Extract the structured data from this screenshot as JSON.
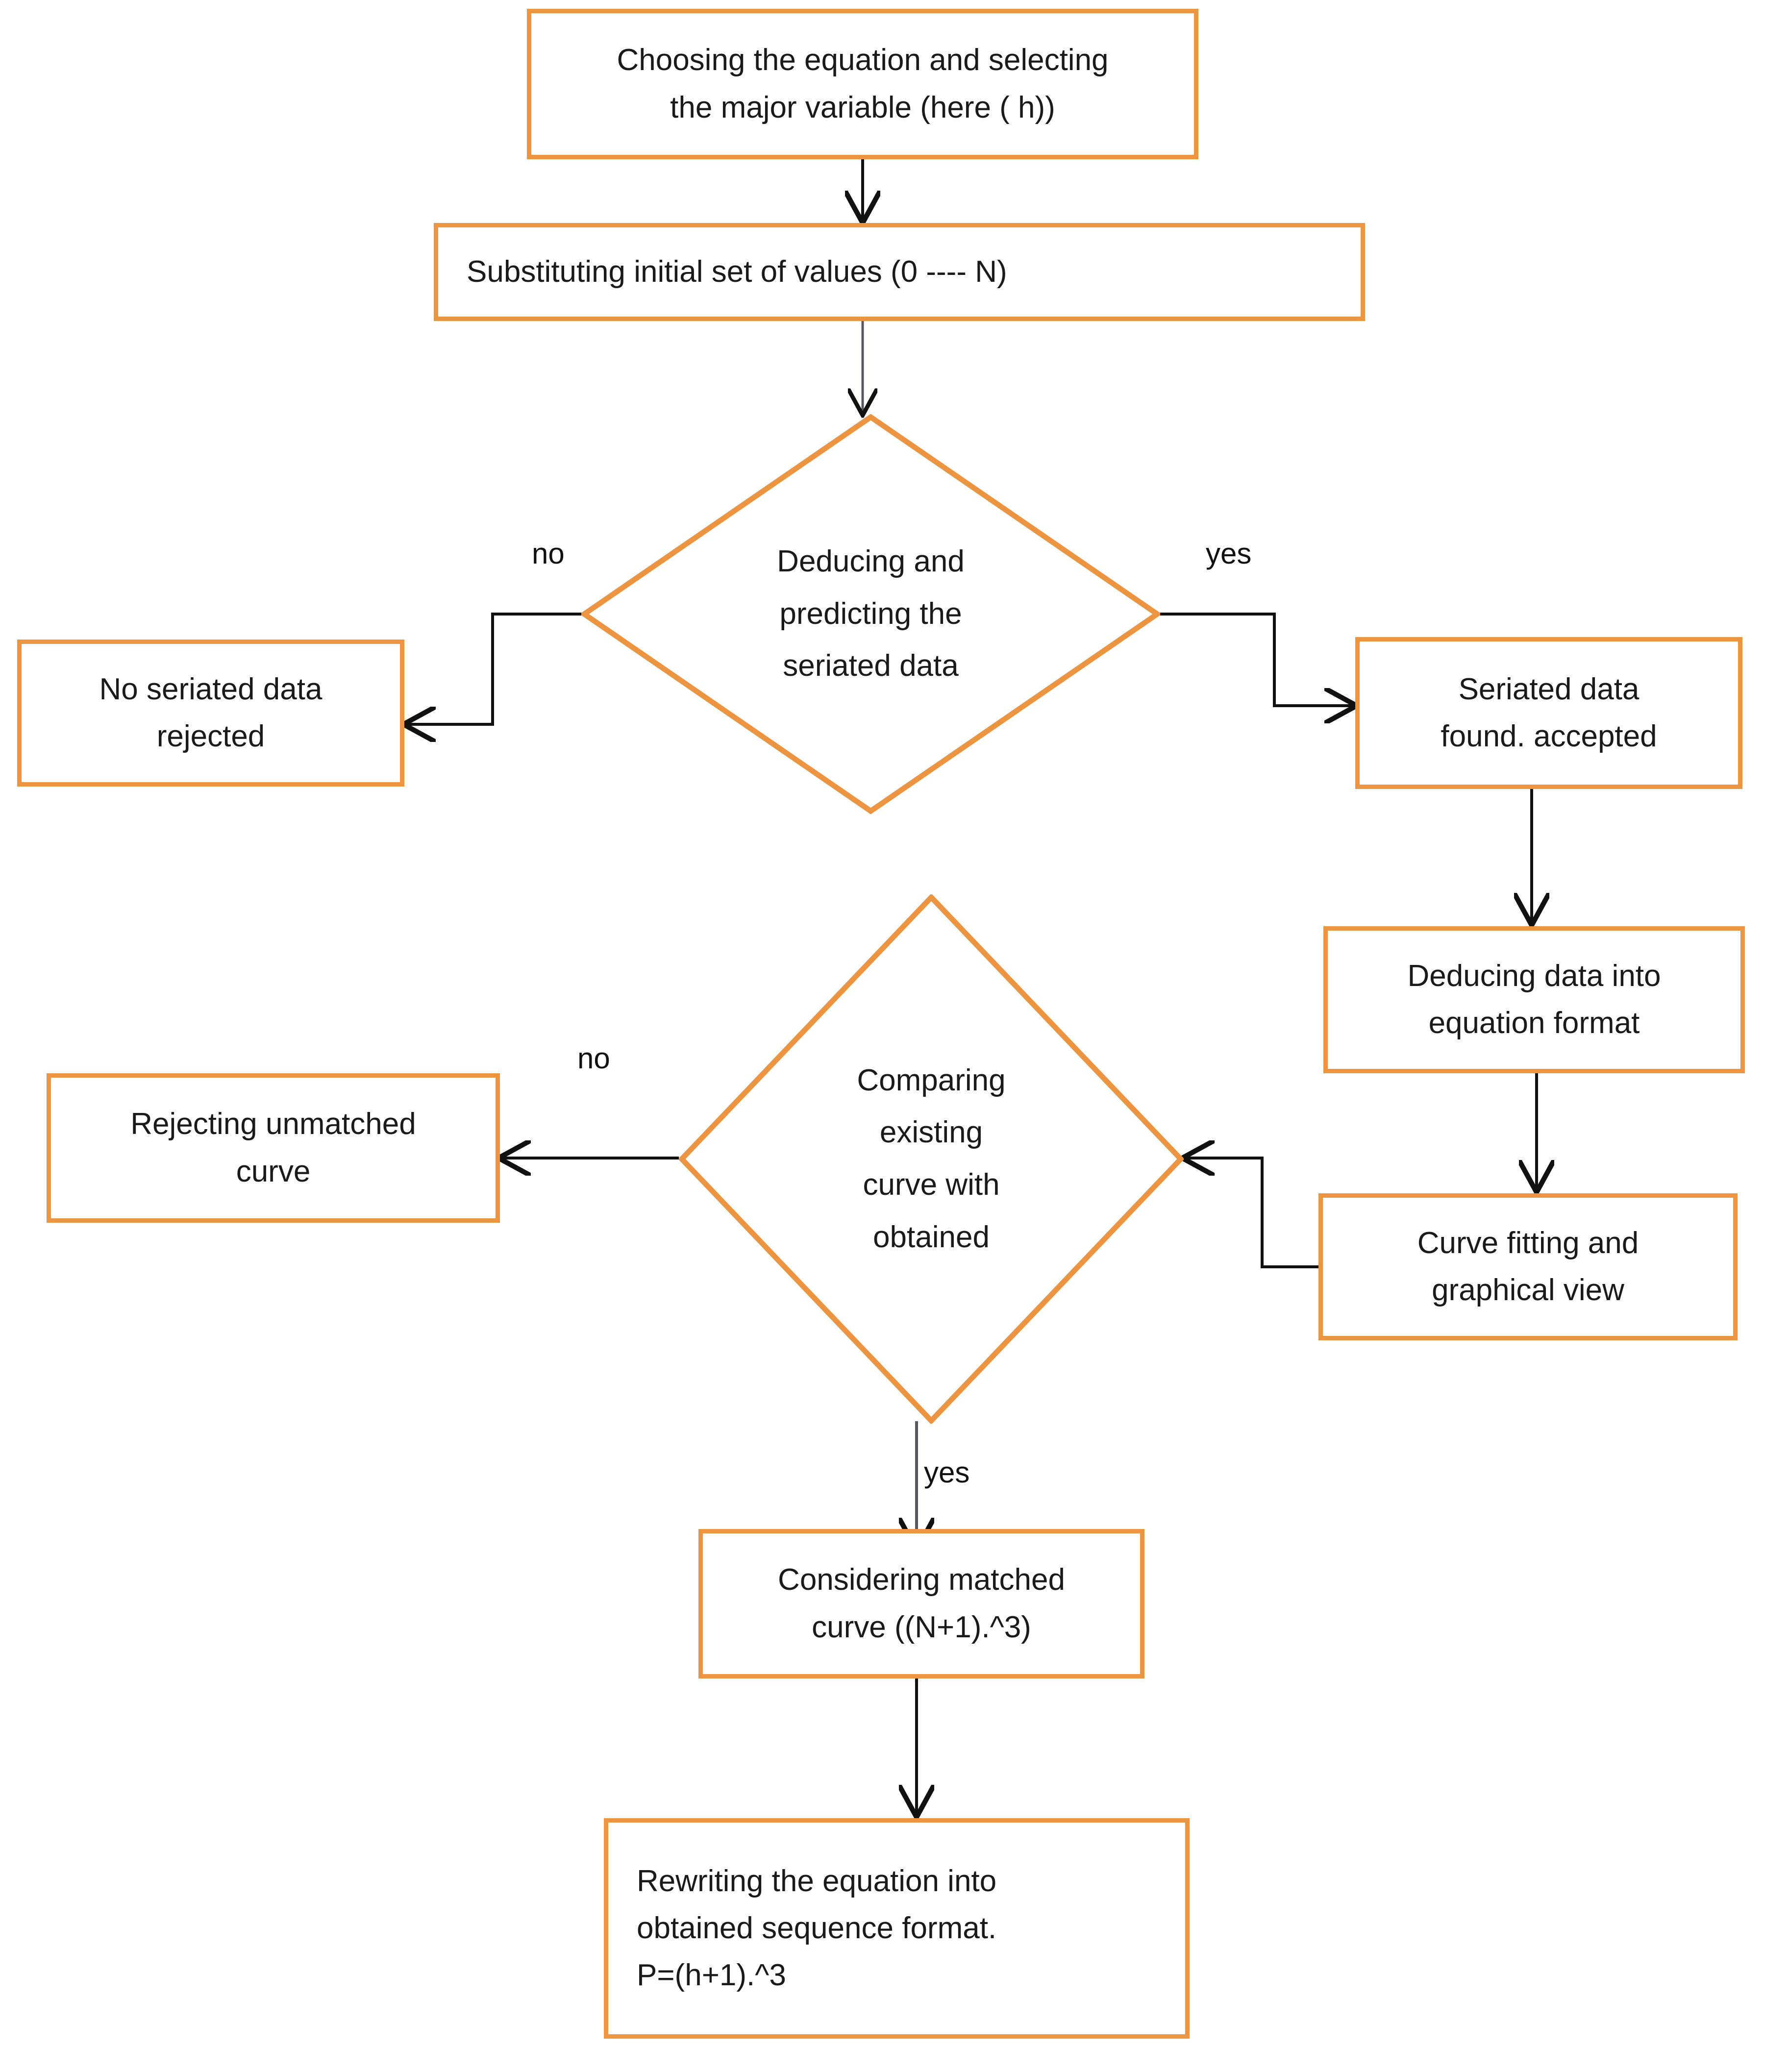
{
  "diagram": {
    "type": "flowchart",
    "title": "",
    "accent_color": "#ED9440",
    "text_color": "#1a1a1a",
    "edge_color": "#111111",
    "background": "#ffffff"
  },
  "nodes": {
    "start": {
      "shape": "process",
      "line1": "Choosing the equation and selecting",
      "line2": "the major variable (here ( h))"
    },
    "substitute": {
      "shape": "process",
      "line1": "Substituting initial set of values  (0 ---- N)"
    },
    "decision1": {
      "shape": "decision",
      "line1": "Deducing and",
      "line2": "predicting the",
      "line3": "seriated data"
    },
    "rejected1": {
      "shape": "process",
      "line1": "No seriated data",
      "line2": "rejected"
    },
    "accepted": {
      "shape": "process",
      "line1": "Seriated data",
      "line2": "found. accepted"
    },
    "deduce_eq": {
      "shape": "process",
      "line1": "Deducing data into",
      "line2": "equation format"
    },
    "curve_fit": {
      "shape": "process",
      "line1": "Curve fitting and",
      "line2": "graphical view"
    },
    "decision2": {
      "shape": "decision",
      "line1": "Comparing",
      "line2": "existing",
      "line3": "curve with",
      "line4": "obtained"
    },
    "rejected2": {
      "shape": "process",
      "line1": "Rejecting unmatched",
      "line2": "curve"
    },
    "matched": {
      "shape": "process",
      "line1": "Considering matched",
      "line2": "curve ((N+1).^3)"
    },
    "rewrite": {
      "shape": "process",
      "line1": "Rewriting the equation into",
      "line2": "obtained sequence format.",
      "line3": "P=(h+1).^3"
    }
  },
  "edge_labels": {
    "d1_no": "no",
    "d1_yes": "yes",
    "d2_no": "no",
    "d2_yes": "yes"
  }
}
